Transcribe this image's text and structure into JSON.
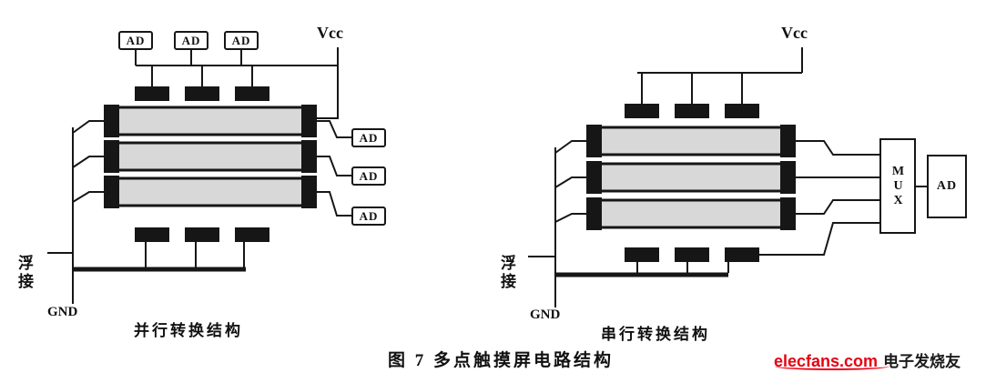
{
  "figure": {
    "caption": "图 7  多点触摸屏电路结构"
  },
  "left_diagram": {
    "title": "并行转换结构",
    "vcc_label": "Vcc",
    "gnd_label": "GND",
    "floating_label": "浮接",
    "ad_top": [
      "AD",
      "AD",
      "AD"
    ],
    "ad_right": [
      "AD",
      "AD",
      "AD"
    ]
  },
  "right_diagram": {
    "title": "串行转换结构",
    "vcc_label": "Vcc",
    "gnd_label": "GND",
    "floating_label": "浮接",
    "mux_label": "MUX",
    "ad_label": "AD"
  },
  "watermark": {
    "site": "elecfans.com",
    "site_color": "#e60012",
    "name": "电子发烧友"
  }
}
